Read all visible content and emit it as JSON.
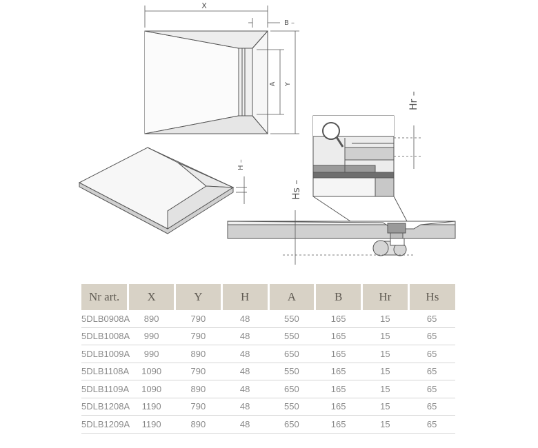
{
  "labels": {
    "x": "X",
    "y": "Y",
    "a": "A",
    "b": "B",
    "h": "H",
    "hr": "Hr",
    "hs": "Hs"
  },
  "colors": {
    "line": "#555555",
    "fill_light": "#f4f4f4",
    "fill_mid": "#e6e6e6",
    "fill_dark": "#bdbdbd",
    "header_bg": "#d8d2c6",
    "magnifier": "magnifier-icon"
  },
  "table": {
    "headers": [
      "Nr art.",
      "X",
      "Y",
      "H",
      "A",
      "B",
      "Hr",
      "Hs"
    ],
    "rows": [
      [
        "5DLB0908A",
        "890",
        "790",
        "48",
        "550",
        "165",
        "15",
        "65"
      ],
      [
        "5DLB1008A",
        "990",
        "790",
        "48",
        "550",
        "165",
        "15",
        "65"
      ],
      [
        "5DLB1009A",
        "990",
        "890",
        "48",
        "650",
        "165",
        "15",
        "65"
      ],
      [
        "5DLB1108A",
        "1090",
        "790",
        "48",
        "550",
        "165",
        "15",
        "65"
      ],
      [
        "5DLB1109A",
        "1090",
        "890",
        "48",
        "650",
        "165",
        "15",
        "65"
      ],
      [
        "5DLB1208A",
        "1190",
        "790",
        "48",
        "550",
        "165",
        "15",
        "65"
      ],
      [
        "5DLB1209A",
        "1190",
        "890",
        "48",
        "650",
        "165",
        "15",
        "65"
      ]
    ]
  }
}
